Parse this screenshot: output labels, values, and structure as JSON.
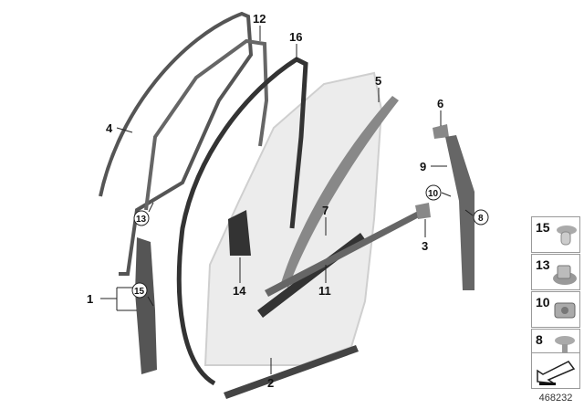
{
  "diagram_number": "468232",
  "callouts": [
    {
      "id": "1",
      "text": "1"
    },
    {
      "id": "2",
      "text": "2"
    },
    {
      "id": "3",
      "text": "3"
    },
    {
      "id": "4",
      "text": "4"
    },
    {
      "id": "5",
      "text": "5"
    },
    {
      "id": "6",
      "text": "6"
    },
    {
      "id": "7",
      "text": "7"
    },
    {
      "id": "9",
      "text": "9"
    },
    {
      "id": "11",
      "text": "11"
    },
    {
      "id": "12",
      "text": "12"
    },
    {
      "id": "14",
      "text": "14"
    },
    {
      "id": "16",
      "text": "16"
    }
  ],
  "circled_callouts": [
    {
      "text": "15"
    },
    {
      "text": "13"
    },
    {
      "text": "10"
    },
    {
      "text": "8"
    }
  ],
  "fastener_legend": [
    {
      "number": "15",
      "icon": "clip-icon"
    },
    {
      "number": "13",
      "icon": "nut-clip-icon"
    },
    {
      "number": "10",
      "icon": "expanding-nut-icon"
    },
    {
      "number": "8",
      "icon": "screw-icon"
    }
  ],
  "legend_arrow_icon": "direction-arrow-icon",
  "colors": {
    "part": "#7a7a7a",
    "part_dark": "#4a4a4a",
    "door": "#e6e6e6"
  }
}
